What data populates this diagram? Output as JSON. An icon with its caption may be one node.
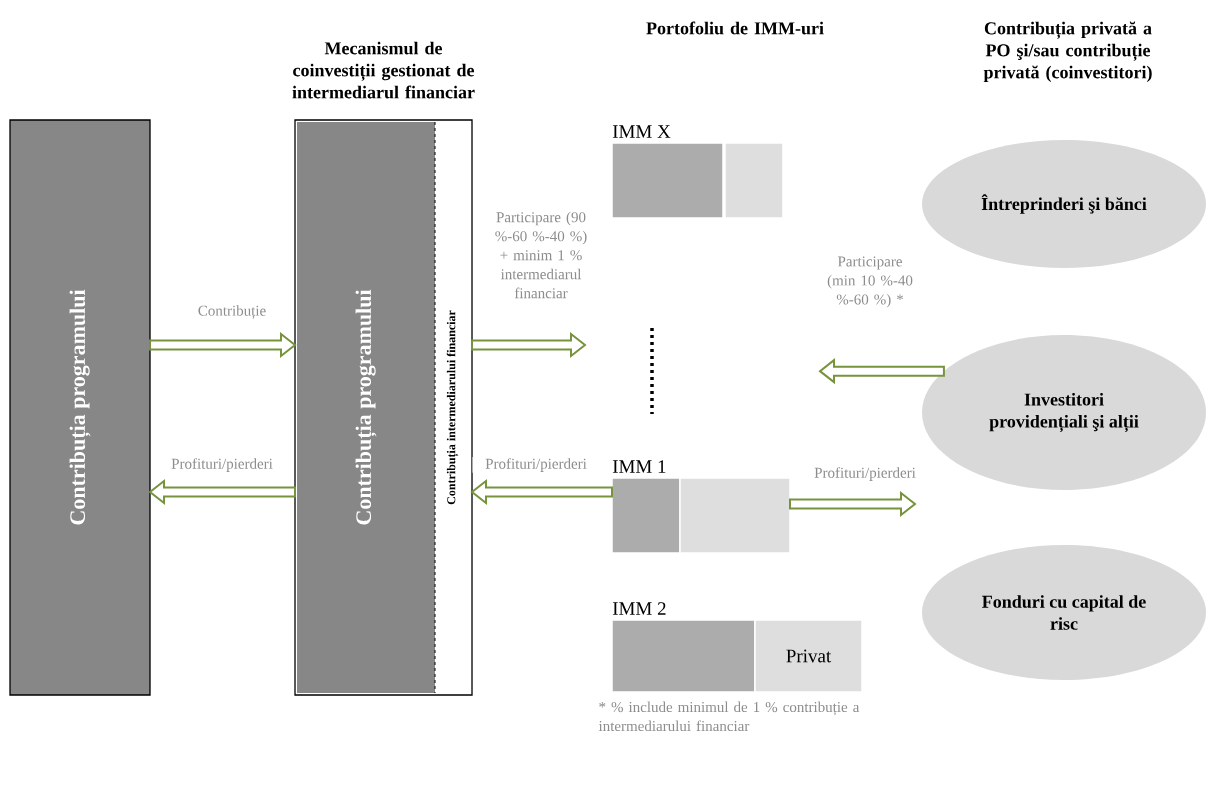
{
  "diagram": {
    "nodes": [
      {
        "text": [
          "Contribuția programului"
        ]
      },
      {
        "text": [
          "Mecanismul de coinvestiții gestionat de intermediarul financiar"
        ]
      },
      {
        "text": [
          "Contribuția programului"
        ],
        "in": 1
      },
      {
        "text": [
          "Contribuția intermediarului financiar"
        ],
        "in": 1
      },
      {
        "text": [
          "IMM X"
        ]
      },
      {
        "text": [],
        "shape": "bar",
        "in": 4
      },
      {
        "text": [],
        "shape": "bar",
        "in": 4
      },
      {
        "text": [
          "IMM 1"
        ]
      },
      {
        "text": [],
        "shape": "bar",
        "in": 7
      },
      {
        "text": [],
        "shape": "bar",
        "in": 7
      },
      {
        "text": [
          "IMM 2"
        ]
      },
      {
        "text": [],
        "shape": "bar",
        "in": 10
      },
      {
        "text": [
          "Privat"
        ],
        "in": 10
      },
      {
        "text": [
          "Întreprinderi şi bănci"
        ]
      },
      {
        "text": [
          "Investitori providențiali şi alții"
        ]
      },
      {
        "text": [
          "Fonduri cu capital de risc"
        ]
      }
    ],
    "edges": [
      {
        "from": 0,
        "to": 1,
        "arrow": "to",
        "label": "Contribuție"
      },
      {
        "from": 1,
        "to": 0,
        "arrow": "to",
        "label": "Profituri/pierderi"
      },
      {
        "from": 1,
        "to": null,
        "arrow": "to",
        "label": "Participare (90 %-60 %-40 %) + minim 1 % intermediarul financiar"
      },
      {
        "from": 7,
        "to": 1,
        "arrow": "to",
        "label": "Profituri/pierderi"
      },
      {
        "from": 14,
        "to": null,
        "arrow": "to",
        "label": "Participare (min 10 %-40 %-60 %) *"
      },
      {
        "from": 7,
        "to": null,
        "arrow": "to",
        "label": "Profituri/pierderi"
      }
    ],
    "labels": [
      "Portofoliu de IMM-uri",
      "Contribuția privată a PO şi/sau contribuție privată (coinvestitori)",
      "* % include minimul de 1 % contribuție a intermediarului financiar"
    ]
  }
}
